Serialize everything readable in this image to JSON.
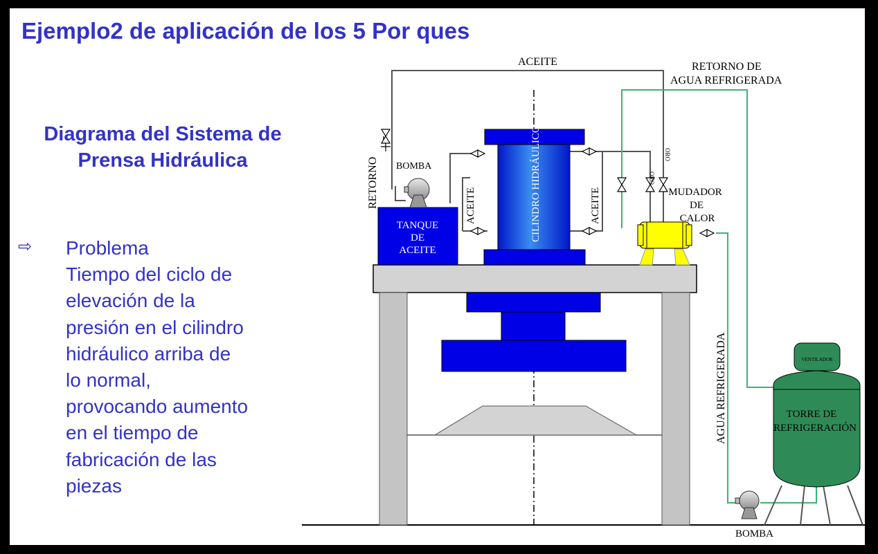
{
  "slide": {
    "title": "Ejemplo2 de aplicación de los 5 Por ques",
    "subtitle": "Diagrama del Sistema de Prensa Hidráulica",
    "bullet_icon": "right-arrow-outline-icon",
    "problem_lines": [
      "Problema",
      "Tiempo del ciclo de",
      "elevación de la",
      "presión en el cilindro",
      "hidráulico arriba de",
      "lo normal,",
      "provocando aumento",
      "en el tiempo de",
      "fabricación de las",
      "piezas"
    ]
  },
  "diagram": {
    "labels": {
      "aceite_top": "ACEITE",
      "retorno_agua_1": "RETORNO DE",
      "retorno_agua_2": "AGUA REFRIGERADA",
      "retorno": "RETORNO",
      "bomba_top": "BOMBA",
      "aceite_left": "ACEITE",
      "aceite_right": "ACEITE",
      "cilindro": "CILINDRO HIDRÁULICO",
      "tanque_1": "TANQUE",
      "tanque_2": "DE",
      "tanque_3": "ACEITE",
      "mudador_1": "MUDADOR",
      "mudador_2": "DE",
      "mudador_3": "CALOR",
      "agua_refrigerada": "AGUA REFRIGERADA",
      "ventilador": "VENTILADOR",
      "torre_1": "TORRE DE",
      "torre_2": "REFRIGERACIÓN",
      "bomba_bottom": "BOMBA",
      "valve_label_1": "ORO",
      "valve_label_2": "ORO"
    },
    "colors": {
      "title_text": "#3232c8",
      "blue_parts": "#0000e6",
      "cylinder_light": "#3a8cf0",
      "cylinder_dark": "#0018c8",
      "heat_exchanger": "#ffff00",
      "cooling_tower": "#2e8b57",
      "water_line": "#3cb371",
      "oil_line": "#555555",
      "table_gray": "#d3d3d3"
    }
  }
}
